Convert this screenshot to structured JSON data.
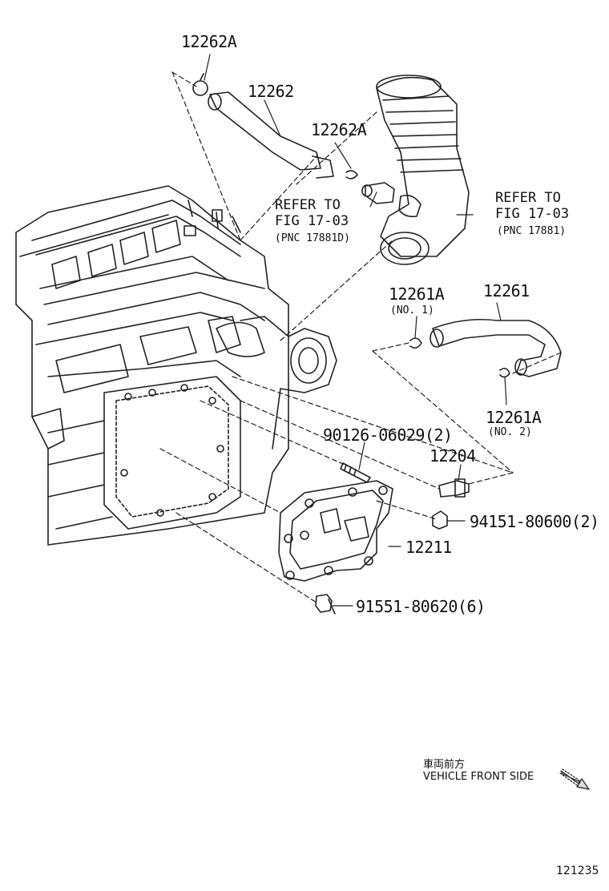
{
  "labels": {
    "p12262A_top": "12262A",
    "p12262": "12262",
    "p12262A_mid": "12262A",
    "ref_left_1": "REFER TO",
    "ref_left_2": "FIG 17-03",
    "ref_left_3": "(PNC 17881D)",
    "ref_right_1": "REFER TO",
    "ref_right_2": "FIG 17-03",
    "ref_right_3": "(PNC 17881)",
    "p12261A_no1": "12261A",
    "no1": "(NO. 1)",
    "p12261": "12261",
    "p12261A_no2": "12261A",
    "no2": "(NO. 2)",
    "p90126": "90126-06029(2)",
    "p12204": "12204",
    "p94151": "94151-80600(2)",
    "p12211": "12211",
    "p91551": "91551-80620(6)"
  },
  "direction": {
    "jp": "車両前方",
    "en": "VEHICLE FRONT SIDE"
  },
  "figure_id": "121235"
}
